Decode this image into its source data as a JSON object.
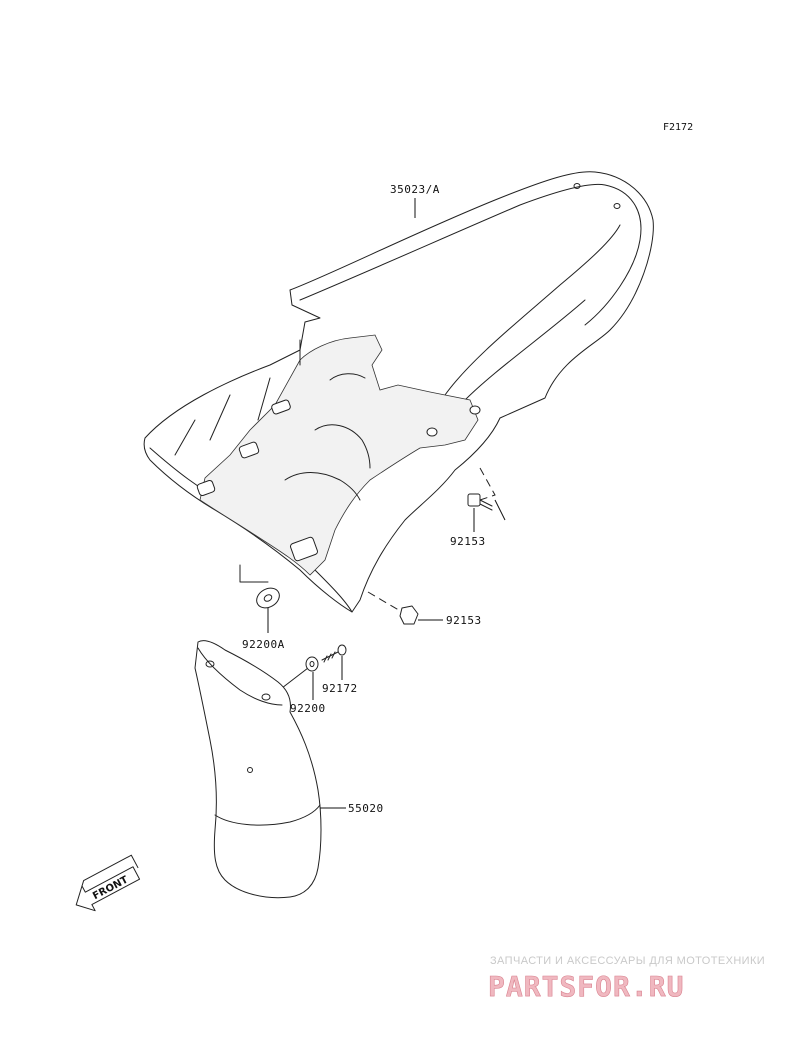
{
  "figure_code": "F2172",
  "callouts": {
    "rear_fender": "35023/A",
    "bolt_upper": "92153",
    "bolt_lower": "92153",
    "grommet": "92200A",
    "screw": "92172",
    "washer": "92200",
    "mud_flap": "55020"
  },
  "front_marker": "FRONT",
  "watermark": {
    "tagline": "ЗАПЧАСТИ И АКСЕССУАРЫ ДЛЯ МОТОТЕХНИКИ",
    "brand": "PARTSFOR.RU"
  },
  "colors": {
    "line": "#222222",
    "watermark_fill": "#f0b8c0",
    "watermark_text": "#c9c9c9"
  }
}
